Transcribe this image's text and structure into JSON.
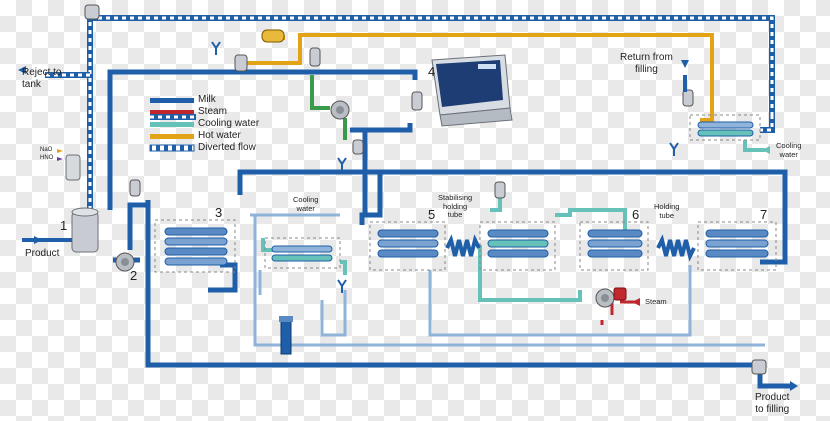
{
  "labels": {
    "reject_to_tank": "Reject to\ntank",
    "return_from_filling": "Return from\nfilling",
    "product_in": "Product",
    "product_to_filling": "Product\nto filling",
    "cooling_water_left": "Cooling\nwater",
    "cooling_water_right": "Cooling\nwater",
    "stabilising_holding_tube": "Stabilising\nholding\ntube",
    "holding_tube": "Holding\ntube",
    "steam_label": "Steam",
    "nao": "NaO",
    "hno": "HNO"
  },
  "numbers": {
    "n1": "1",
    "n2": "2",
    "n3": "3",
    "n4": "4",
    "n5": "5",
    "n6": "6",
    "n7": "7"
  },
  "legend": [
    {
      "label": "Milk",
      "color": "#1f5ea8"
    },
    {
      "label": "Steam",
      "color": "#c0282d"
    },
    {
      "label": "Cooling water",
      "color": "#66c2b8"
    },
    {
      "label": "Hot water",
      "color": "#e3a317"
    },
    {
      "label": "Diverted flow",
      "color": "#1f5ea8"
    }
  ],
  "colors": {
    "milk": "#1f5ea8",
    "steam": "#c0282d",
    "cooling": "#66c2b8",
    "hot": "#e3a317",
    "green": "#3a9a4a",
    "light_blue": "#8fb3d9"
  }
}
